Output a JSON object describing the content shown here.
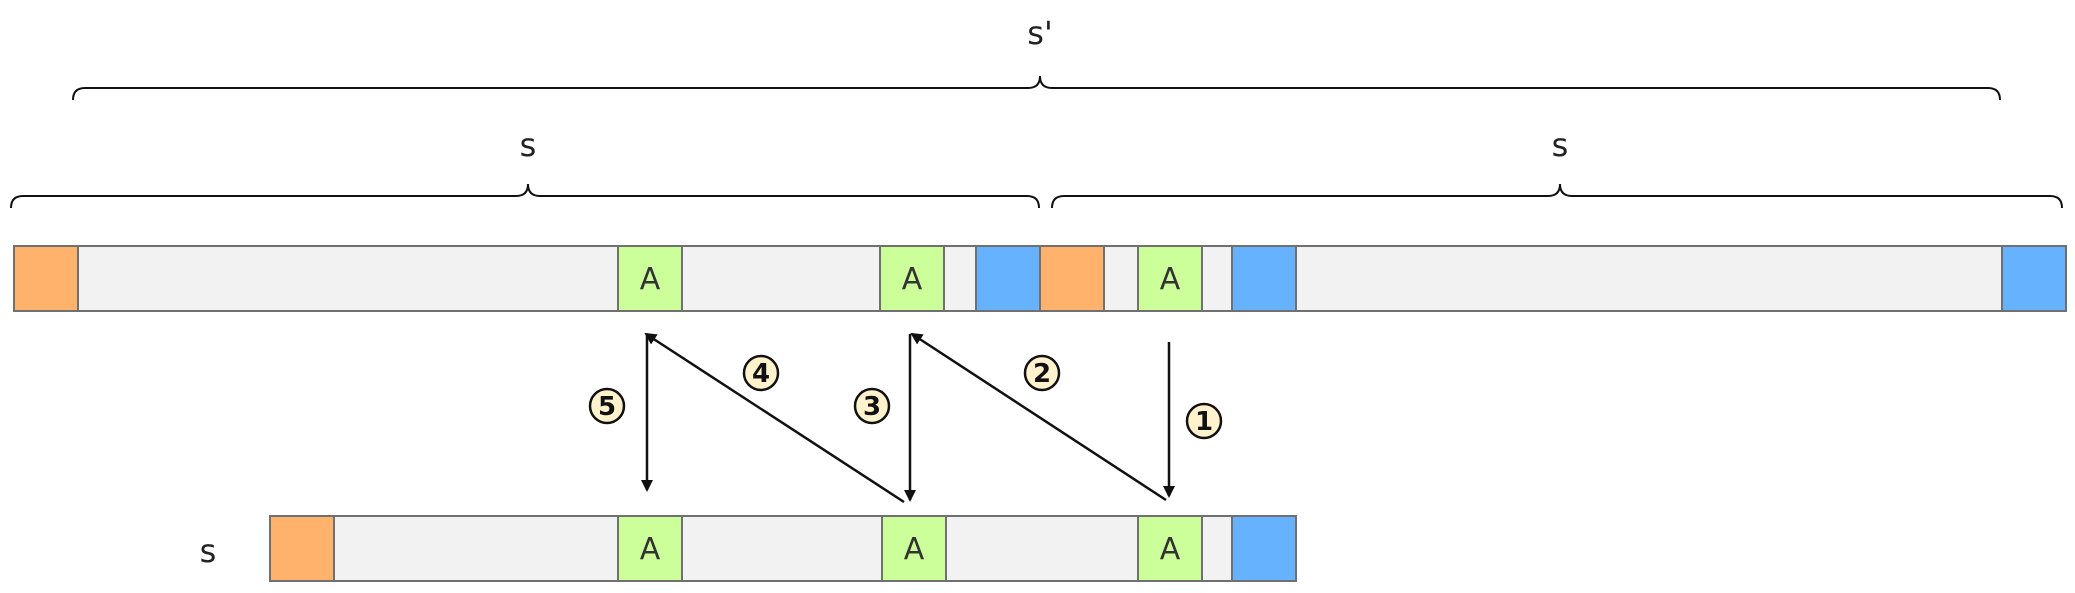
{
  "labels": {
    "s_prime": "s'",
    "s_left": "s",
    "s_right": "s",
    "s_bottom": "s"
  },
  "cell_text": "A",
  "steps": [
    "1",
    "2",
    "3",
    "4",
    "5"
  ],
  "colors": {
    "start_marker": "#FFB26B",
    "end_marker": "#66B2FF",
    "match_cell": "#CCFF99",
    "strip_fill": "#F2F2F2",
    "border": "#707070",
    "arrow": "#111111",
    "step_badge": "#FFF2CC"
  },
  "top_strip": {
    "cells": [
      "start",
      "empty",
      "A",
      "empty",
      "A",
      "empty",
      "end",
      "start",
      "empty",
      "A",
      "empty",
      "end",
      "empty",
      "end"
    ]
  },
  "bottom_strip": {
    "cells": [
      "start",
      "empty",
      "A",
      "empty",
      "A",
      "empty",
      "A",
      "empty",
      "end"
    ]
  },
  "arrows": [
    {
      "step": "1",
      "from": "top-A3",
      "to": "bottom-A3"
    },
    {
      "step": "2",
      "from": "bottom-A3",
      "to": "top-A2"
    },
    {
      "step": "3",
      "from": "top-A2",
      "to": "bottom-A2"
    },
    {
      "step": "4",
      "from": "bottom-A2",
      "to": "top-A1"
    },
    {
      "step": "5",
      "from": "top-A1",
      "to": "bottom-A1"
    }
  ]
}
